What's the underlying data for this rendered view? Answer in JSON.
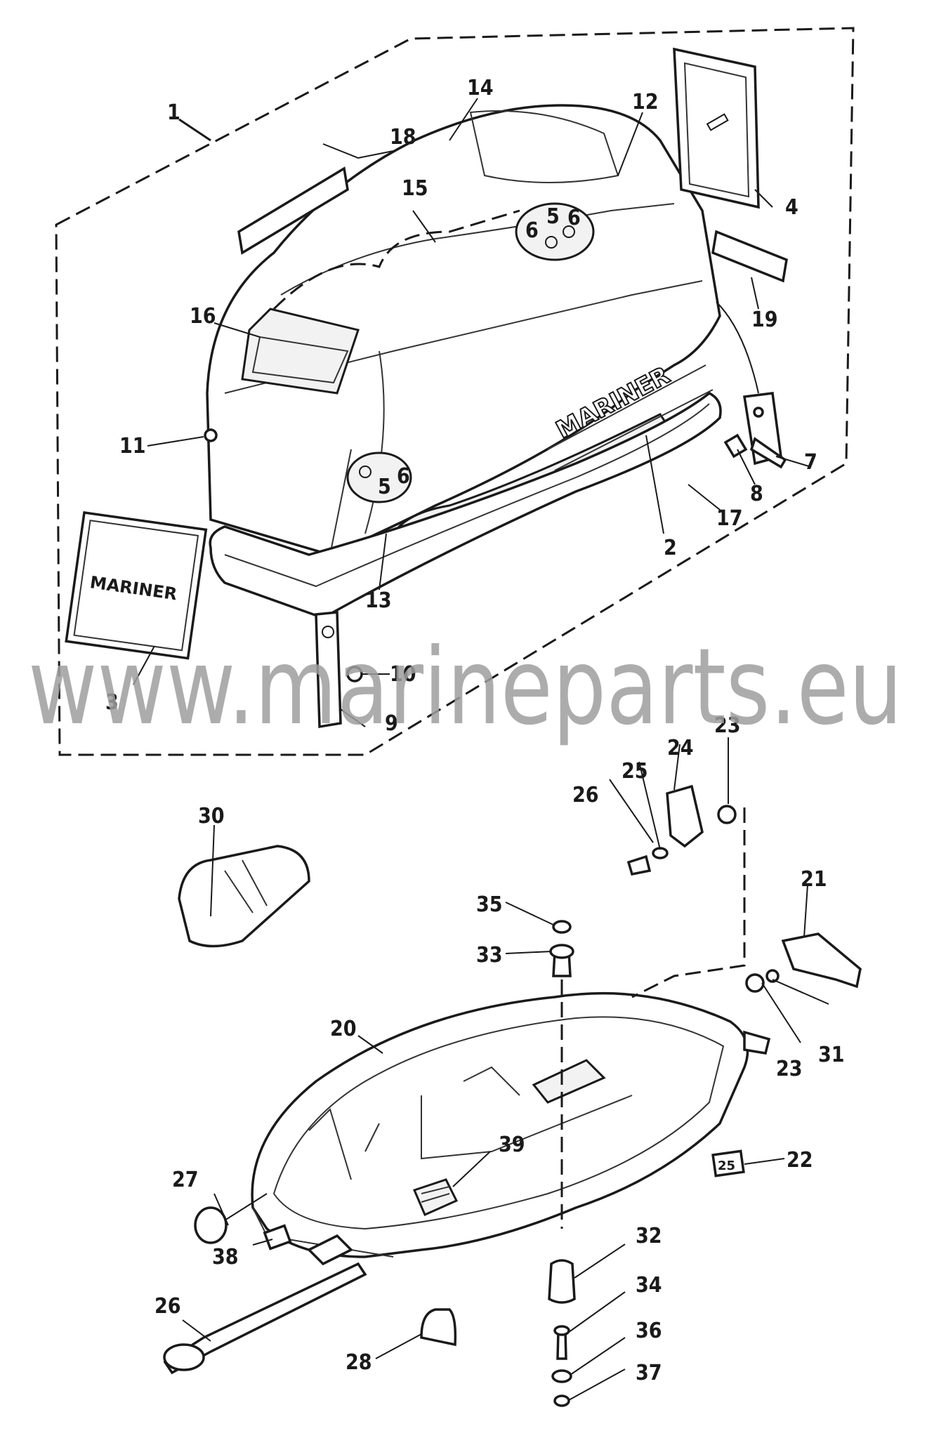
{
  "watermark": "www.marineparts.eu",
  "cowl_brand": "MARINER",
  "decal_brand": "MARINER",
  "decal_small": "25",
  "callouts": {
    "c1": "1",
    "c2": "2",
    "c3": "3",
    "c4": "4",
    "c5a": "5",
    "c5b": "5",
    "c6a": "6",
    "c6b": "6",
    "c6c": "6",
    "c7": "7",
    "c8": "8",
    "c9": "9",
    "c10": "10",
    "c11": "11",
    "c12": "12",
    "c13": "13",
    "c14": "14",
    "c15": "15",
    "c16": "16",
    "c17": "17",
    "c18": "18",
    "c19": "19",
    "c20": "20",
    "c21": "21",
    "c22": "22",
    "c23a": "23",
    "c23b": "23",
    "c24": "24",
    "c25": "25",
    "c26a": "26",
    "c26b": "26",
    "c27": "27",
    "c28": "28",
    "c30": "30",
    "c31": "31",
    "c32": "32",
    "c33": "33",
    "c34": "34",
    "c35": "35",
    "c36": "36",
    "c37": "37",
    "c38": "38",
    "c39": "39"
  }
}
